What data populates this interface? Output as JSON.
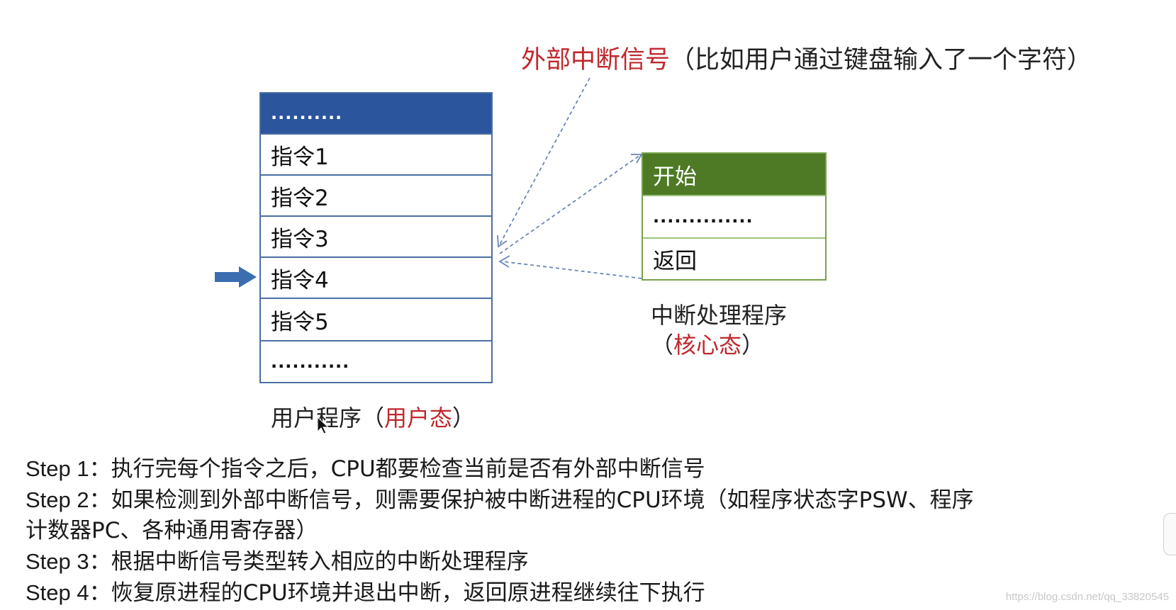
{
  "signal": {
    "label_red": "外部中断信号",
    "label_rest": "（比如用户通过键盘输入了一个字符）"
  },
  "user_program": {
    "rows": [
      "..........",
      "指令1",
      "指令2",
      "指令3",
      "指令4",
      "指令5",
      "..........."
    ],
    "caption_prefix": "用户程序（",
    "caption_state": "用户态",
    "caption_suffix": "）"
  },
  "handler": {
    "rows": [
      "开始",
      "..............",
      "返回"
    ],
    "caption": "中断处理程序",
    "state_prefix": "（",
    "state": "核心态",
    "state_suffix": "）"
  },
  "steps": [
    {
      "label": "Step 1：",
      "text": "执行完每个指令之后，CPU都要检查当前是否有外部中断信号"
    },
    {
      "label": "Step 2：",
      "text": "如果检测到外部中断信号，则需要保护被中断进程的CPU环境（如程序状态字PSW、程序"
    },
    {
      "label": "",
      "text": "计数器PC、各种通用寄存器）"
    },
    {
      "label": "Step 3：",
      "text": "根据中断信号类型转入相应的中断处理程序"
    },
    {
      "label": "Step 4：",
      "text": "恢复原进程的CPU环境并退出中断，返回原进程继续往下执行"
    }
  ],
  "watermark": "https://blog.csdn.net/qq_33820545",
  "colors": {
    "user_header": "#2b559c",
    "handler_header": "#4e7a26",
    "state_red": "#c0282d",
    "arrow_blue": "#3a6eb0"
  }
}
